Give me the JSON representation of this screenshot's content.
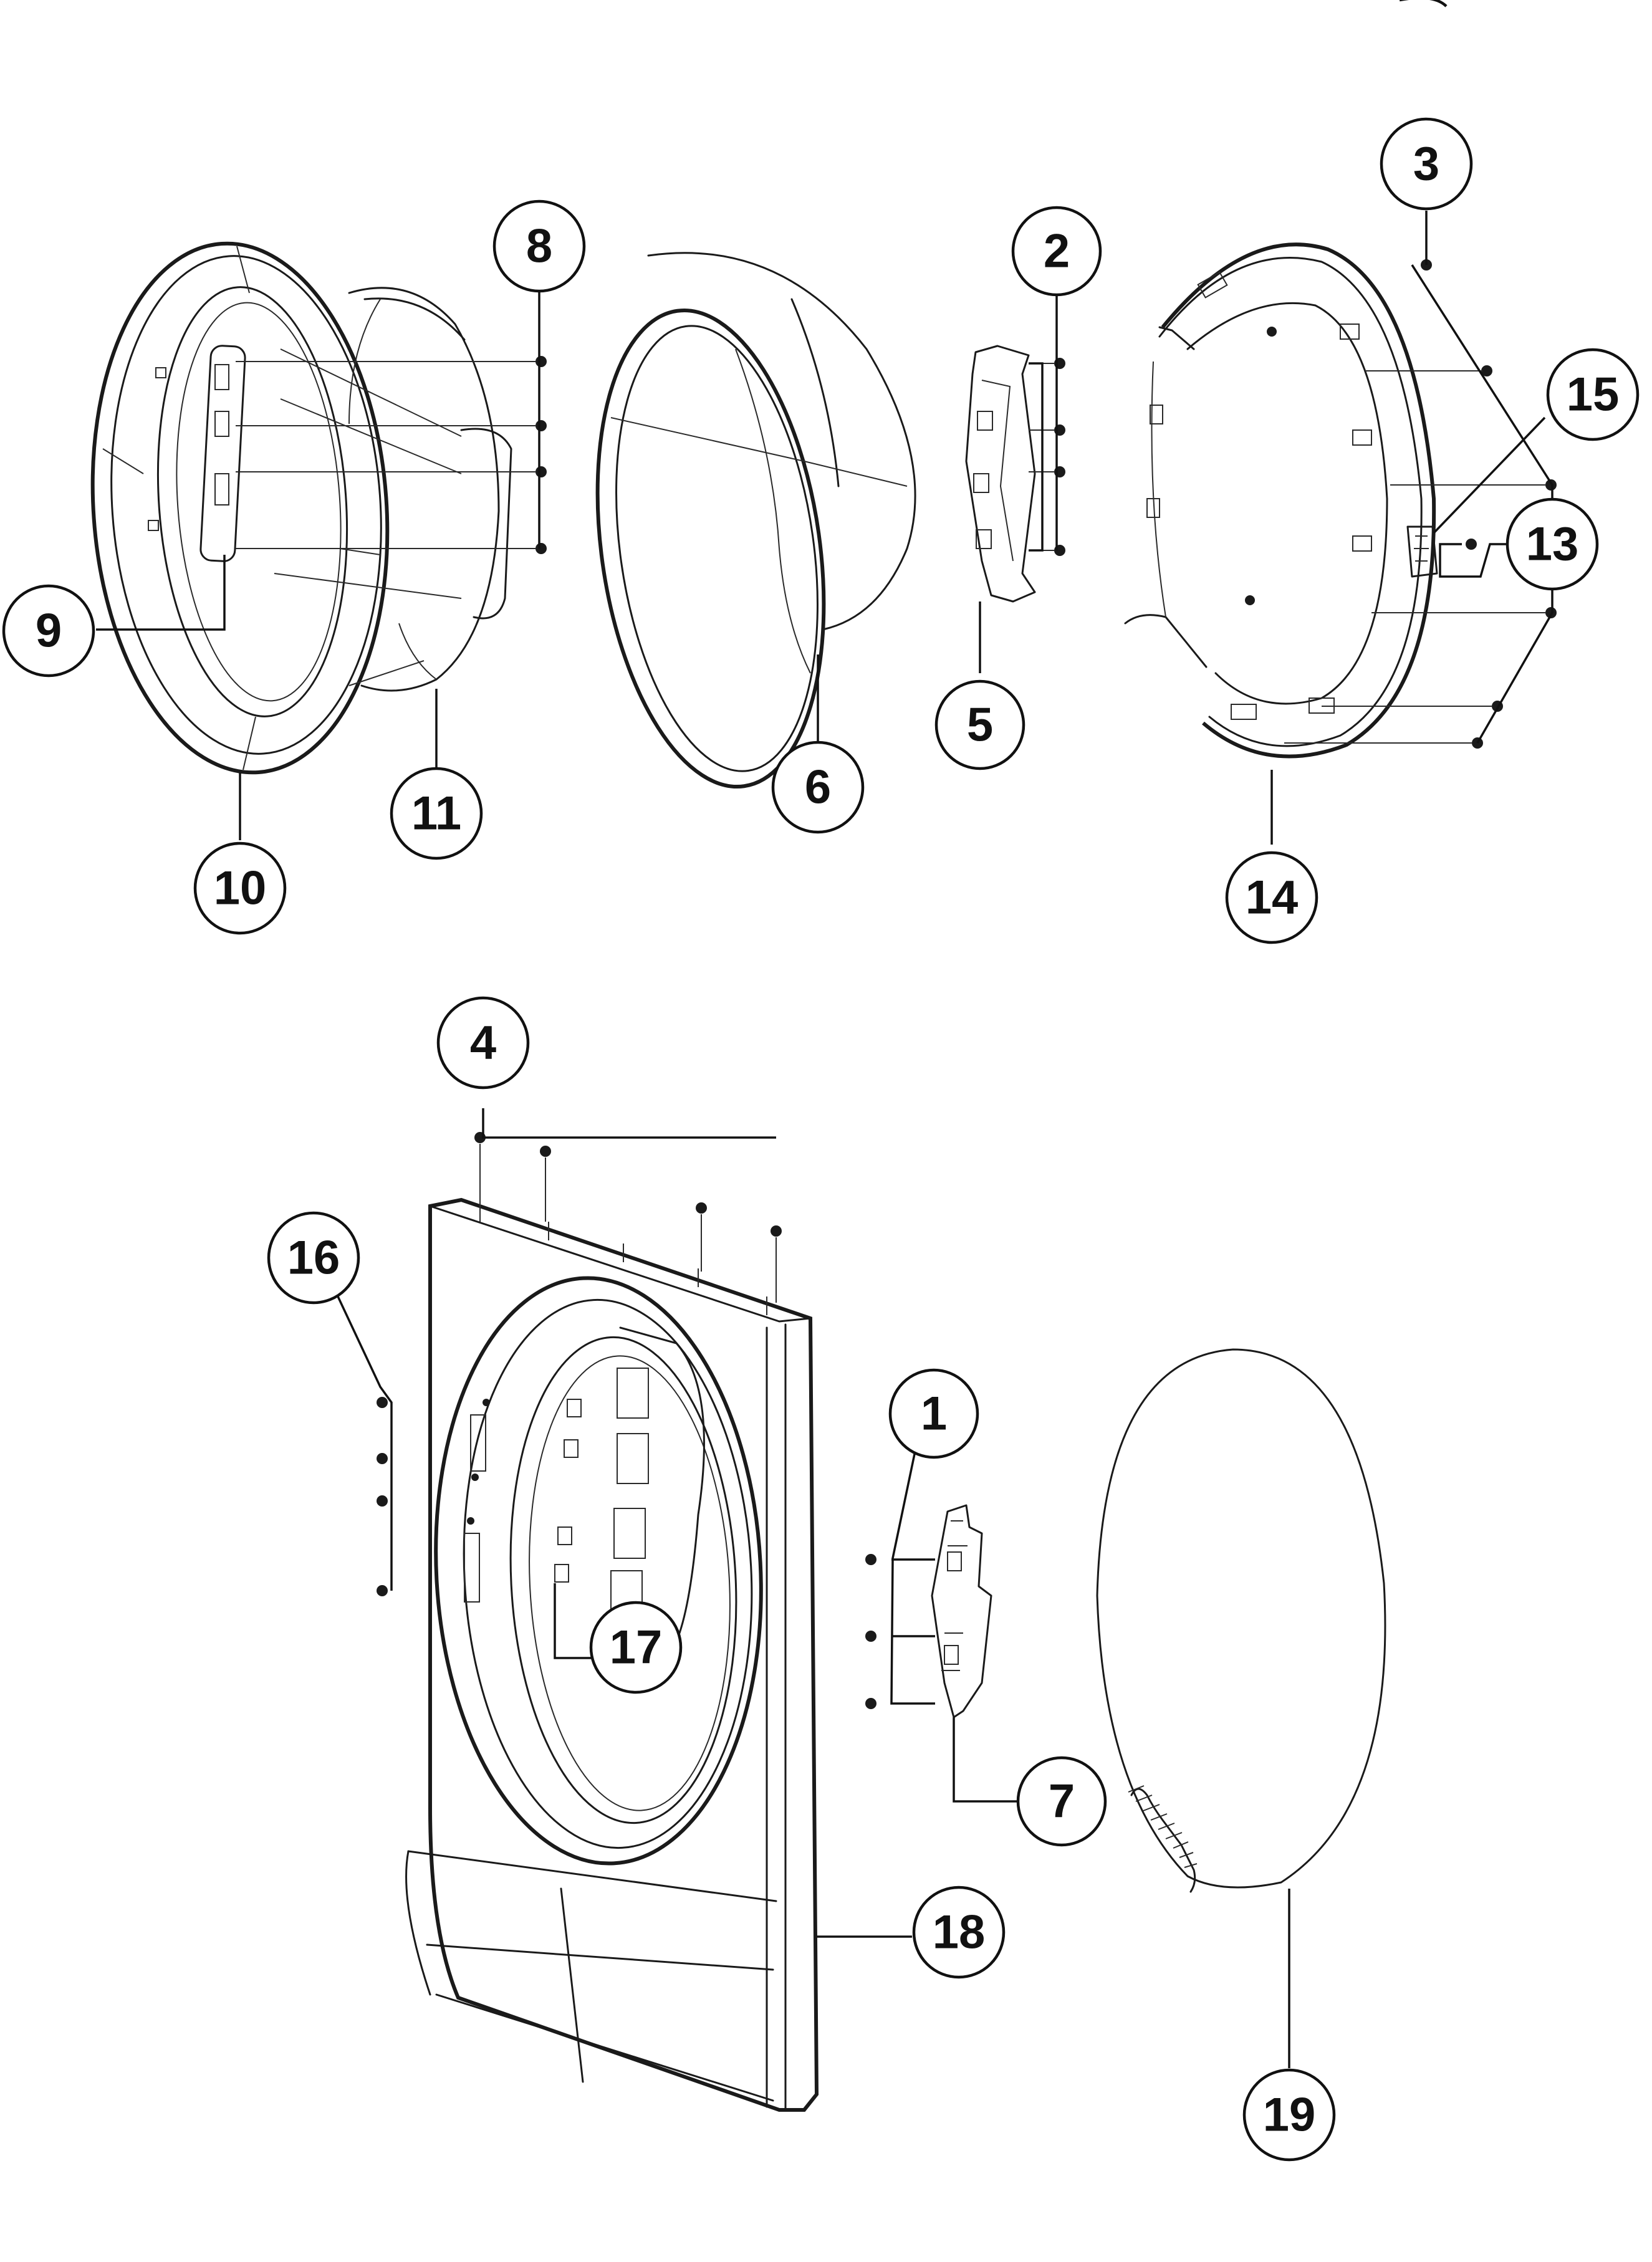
{
  "callouts": [
    {
      "id": "c1",
      "label": "1"
    },
    {
      "id": "c2",
      "label": "2"
    },
    {
      "id": "c3",
      "label": "3"
    },
    {
      "id": "c4",
      "label": "4"
    },
    {
      "id": "c5",
      "label": "5"
    },
    {
      "id": "c6",
      "label": "6"
    },
    {
      "id": "c7",
      "label": "7"
    },
    {
      "id": "c8",
      "label": "8"
    },
    {
      "id": "c9",
      "label": "9"
    },
    {
      "id": "c10",
      "label": "10"
    },
    {
      "id": "c11",
      "label": "11"
    },
    {
      "id": "c13",
      "label": "13"
    },
    {
      "id": "c14",
      "label": "14"
    },
    {
      "id": "c15",
      "label": "15"
    },
    {
      "id": "c16",
      "label": "16"
    },
    {
      "id": "c17",
      "label": "17"
    },
    {
      "id": "c18",
      "label": "18"
    },
    {
      "id": "c19",
      "label": "19"
    }
  ],
  "colors": {
    "line": "#1a1a1a",
    "background": "#ffffff"
  }
}
